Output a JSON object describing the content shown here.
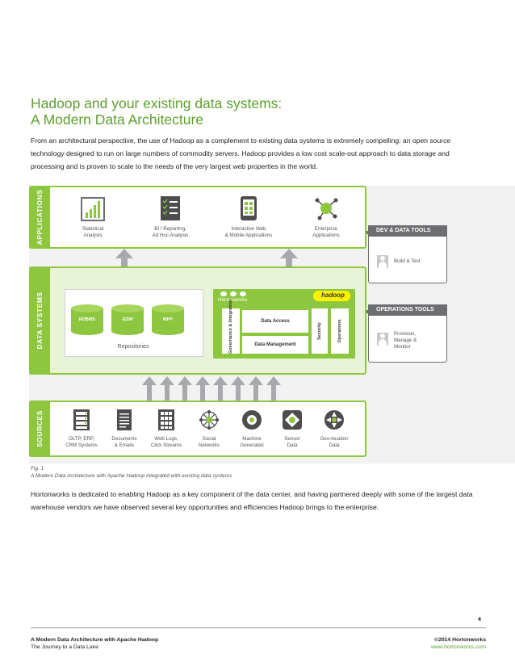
{
  "heading": {
    "line1": "Hadoop and your existing data systems:",
    "line2": "A Modern Data Architecture"
  },
  "intro": "From an architectural perspective, the use of Hadoop as a complement to existing data systems is extremely compelling: an open source technology designed to run on large numbers of commodity servers. Hadoop provides a low cost scale-out approach to data storage and processing and is proven to scale to the needs of the very largest web properties in the world.",
  "diagram": {
    "applications": {
      "label": "APPLICATIONS",
      "items": [
        {
          "l1": "Statistical",
          "l2": "Analysis",
          "icon": "bar-chart-icon"
        },
        {
          "l1": "BI / Reporting,",
          "l2": "Ad Hoc Analysis",
          "icon": "report-list-icon"
        },
        {
          "l1": "Interactive Web",
          "l2": "& Mobile Applications",
          "icon": "mobile-icon"
        },
        {
          "l1": "Enterprise",
          "l2": "Applications",
          "icon": "network-node-icon"
        }
      ]
    },
    "data_systems": {
      "label": "DATA SYSTEMS",
      "repos": [
        "RDBMS",
        "EDW",
        "MPP"
      ],
      "repositories_label": "Repositories",
      "hortonworks": "Hortonworks",
      "hadoop": "hadoop",
      "governance": "Governance & Integration",
      "data_access": "Data Access",
      "data_management": "Data Management",
      "security": "Security",
      "operations": "Operations"
    },
    "sources": {
      "label": "SOURCES",
      "items": [
        {
          "l1": "OLTP, ERP,",
          "l2": "CRM Systems",
          "icon": "server-icon"
        },
        {
          "l1": "Documents",
          "l2": "& Emails",
          "icon": "document-icon"
        },
        {
          "l1": "Web Logs,",
          "l2": "Click Streams",
          "icon": "grid-icon"
        },
        {
          "l1": "Social",
          "l2": "Networks",
          "icon": "social-network-icon"
        },
        {
          "l1": "Machine",
          "l2": "Generated",
          "icon": "gear-icon"
        },
        {
          "l1": "Sensor",
          "l2": "Data",
          "icon": "sensor-icon"
        },
        {
          "l1": "Geo-location",
          "l2": "Data",
          "icon": "geo-location-icon"
        }
      ]
    },
    "dev_tools": {
      "title": "DEV & DATA TOOLS",
      "item": "Build & Test"
    },
    "ops_tools": {
      "title": "OPERATIONS TOOLS",
      "l1": "Provision,",
      "l2": "Manage &",
      "l3": "Monitor"
    }
  },
  "caption": {
    "fig": "Fig. 1",
    "text": "A Modern Data Architecture with Apache Hadoop integrated with existing data systems"
  },
  "body_text": "Hortonworks is dedicated to enabling Hadoop as a key component of the data center, and having partnered deeply with some of the largest data warehouse vendors we have observed several key opportunities and efficiencies Hadoop brings to the enterprise.",
  "page_number": "4",
  "footer": {
    "left1": "A Modern Data Architecture with Apache Hadoop",
    "left2": "The Journey to a Data Lake",
    "right1": "©2014 Hortonworks",
    "right2": "www.hortonworks.com"
  },
  "colors": {
    "accent": "#8dc63f",
    "heading": "#5ea02e",
    "gray": "#6d6e71",
    "arrow": "#a7a9ac"
  }
}
